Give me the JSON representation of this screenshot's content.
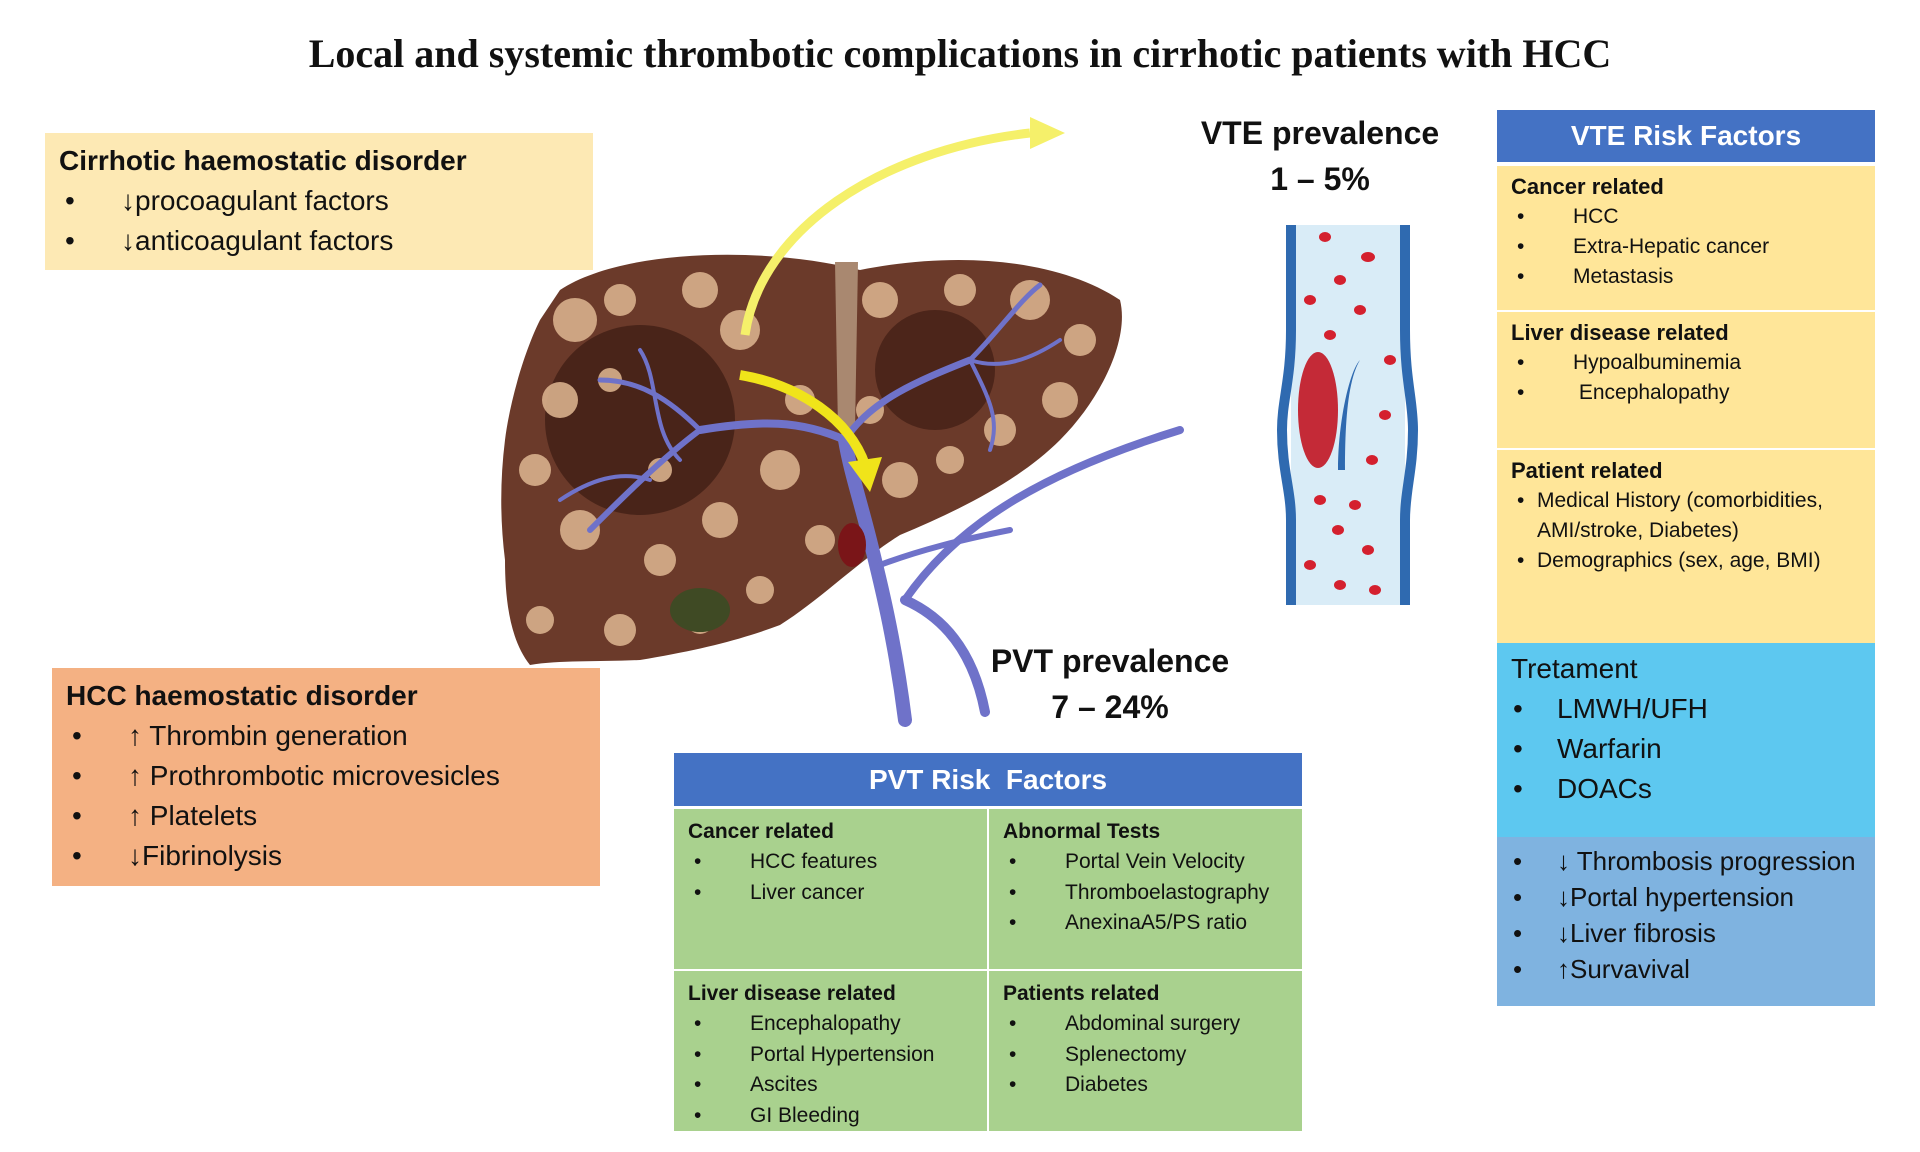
{
  "title": "Local and systemic thrombotic complications in cirrhotic patients with HCC",
  "cirrhotic": {
    "title": "Cirrhotic  haemostatic  disorder",
    "items": [
      {
        "bullet": "•",
        "text": "↓procoagulant factors"
      },
      {
        "bullet": "•",
        "text": "↓anticoagulant factors"
      }
    ]
  },
  "hcc": {
    "title": "HCC haemostatic disorder",
    "items": [
      {
        "bullet": "•",
        "text": "↑ Thrombin generation"
      },
      {
        "bullet": "•",
        "text": "↑ Prothrombotic microvesicles"
      },
      {
        "bullet": "•",
        "text": "↑ Platelets"
      },
      {
        "bullet": "•",
        "text": "↓Fibrinolysis"
      }
    ]
  },
  "vte_prevalence": {
    "label": "VTE prevalence",
    "value": "1 – 5%"
  },
  "pvt_prevalence": {
    "label": "PVT prevalence",
    "value": "7 – 24%"
  },
  "vte_risk": {
    "header": "VTE Risk Factors",
    "sections": [
      {
        "title": "Cancer related",
        "items": [
          "HCC",
          "Extra-Hepatic cancer",
          "Metastasis"
        ]
      },
      {
        "title": "Liver disease related",
        "items": [
          "Hypoalbuminemia",
          " Encephalopathy"
        ]
      },
      {
        "title": "Patient related",
        "items": [
          "Medical History (comorbidities, AMI/stroke,  Diabetes)",
          "Demographics (sex, age, BMI)"
        ]
      }
    ]
  },
  "treatment": {
    "title": "Tretament",
    "drugs": [
      "LMWH/UFH",
      "Warfarin",
      "DOACs"
    ],
    "effects": [
      "↓ Thrombosis progression",
      "↓Portal hypertension",
      "↓Liver fibrosis",
      "↑Survavival"
    ]
  },
  "pvt_risk": {
    "header": "PVT Risk  Factors",
    "cells": [
      {
        "title": "Cancer related",
        "items": [
          "HCC features",
          "Liver cancer"
        ]
      },
      {
        "title": "Abnormal Tests",
        "items": [
          "Portal Vein Velocity",
          "Thromboelastography",
          "AnexinaA5/PS ratio"
        ]
      },
      {
        "title": "Liver disease related",
        "items": [
          "Encephalopathy",
          "Portal Hypertension",
          "Ascites",
          "GI Bleeding"
        ]
      },
      {
        "title": "Patients related",
        "items": [
          "Abdominal surgery",
          "Splenectomy",
          "Diabetes"
        ]
      }
    ]
  },
  "colors": {
    "cirrhotic_bg": "#fde9b4",
    "hcc_bg": "#f4b183",
    "vte_header": "#4472c4",
    "vte_body": "#ffe699",
    "treatment_top": "#5dc8f0",
    "treatment_bottom": "#7fb3e0",
    "pvt_body": "#a9d18e",
    "liver": "#6b3a2a",
    "vein": "#6f72c9",
    "arrow": "#f5f06a"
  }
}
